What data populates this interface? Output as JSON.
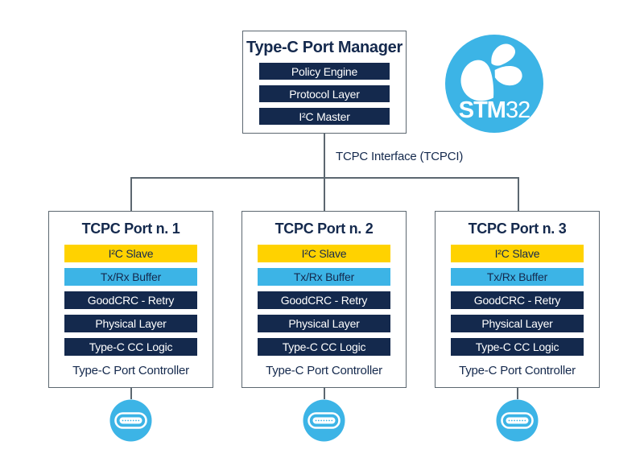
{
  "colors": {
    "navy": "#14294d",
    "yellow": "#ffd200",
    "light_blue": "#3cb4e6",
    "line": "#5c6770"
  },
  "manager": {
    "title": "Type-C Port Manager",
    "rows": [
      "Policy Engine",
      "Protocol Layer",
      "I²C Master"
    ]
  },
  "interface_label": "TCPC Interface (TCPCI)",
  "logo": {
    "icon": "stm32-butterfly-icon",
    "brand_bold": "STM",
    "brand_light": "32"
  },
  "ports": [
    {
      "title": "TCPC Port n. 1",
      "rows": [
        "I²C Slave",
        "Tx/Rx Buffer",
        "GoodCRC - Retry",
        "Physical Layer",
        "Type-C CC Logic"
      ],
      "footer": "Type-C Port Controller"
    },
    {
      "title": "TCPC Port n. 2",
      "rows": [
        "I²C Slave",
        "Tx/Rx Buffer",
        "GoodCRC - Retry",
        "Physical Layer",
        "Type-C CC Logic"
      ],
      "footer": "Type-C Port Controller"
    },
    {
      "title": "TCPC Port n. 3",
      "rows": [
        "I²C Slave",
        "Tx/Rx Buffer",
        "GoodCRC - Retry",
        "Physical Layer",
        "Type-C CC Logic"
      ],
      "footer": "Type-C Port Controller"
    }
  ],
  "connector_icon": "usb-c-connector-icon"
}
